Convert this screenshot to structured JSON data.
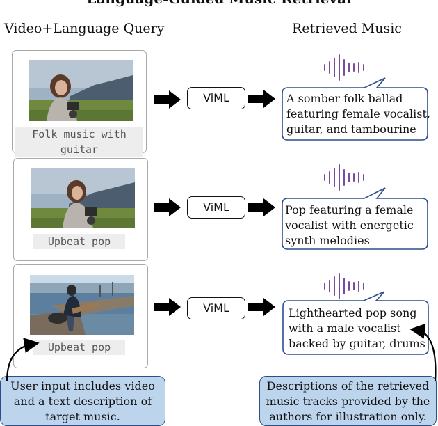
{
  "title": "Language-Guided Music Retrieval",
  "left_header": "Video+Language Query",
  "right_header": "Retrieved Music",
  "model_label": "ViML",
  "rows": [
    {
      "query": "Folk music with guitar",
      "description_lines": [
        "A somber folk ballad",
        "featuring female vocalist,",
        "guitar, and tambourine"
      ]
    },
    {
      "query": "Upbeat pop",
      "description_lines": [
        "Pop featuring a female",
        "vocalist with energetic",
        "synth melodies"
      ]
    },
    {
      "query": "Upbeat pop",
      "description_lines": [
        "Lighthearted pop song",
        "with a male vocalist",
        "backed by guitar, drums"
      ]
    }
  ],
  "notes": {
    "left_lines": [
      "User input includes video",
      "and a text description of",
      "target music."
    ],
    "right_lines": [
      "Descriptions of the retrieved",
      "music tracks provided by the",
      "authors for illustration only."
    ]
  },
  "colors": {
    "note_fill": "#bcd4ec",
    "note_border": "#2a4f8a",
    "bubble_border": "#2a4f8a",
    "wave": "#7a4d9c"
  }
}
